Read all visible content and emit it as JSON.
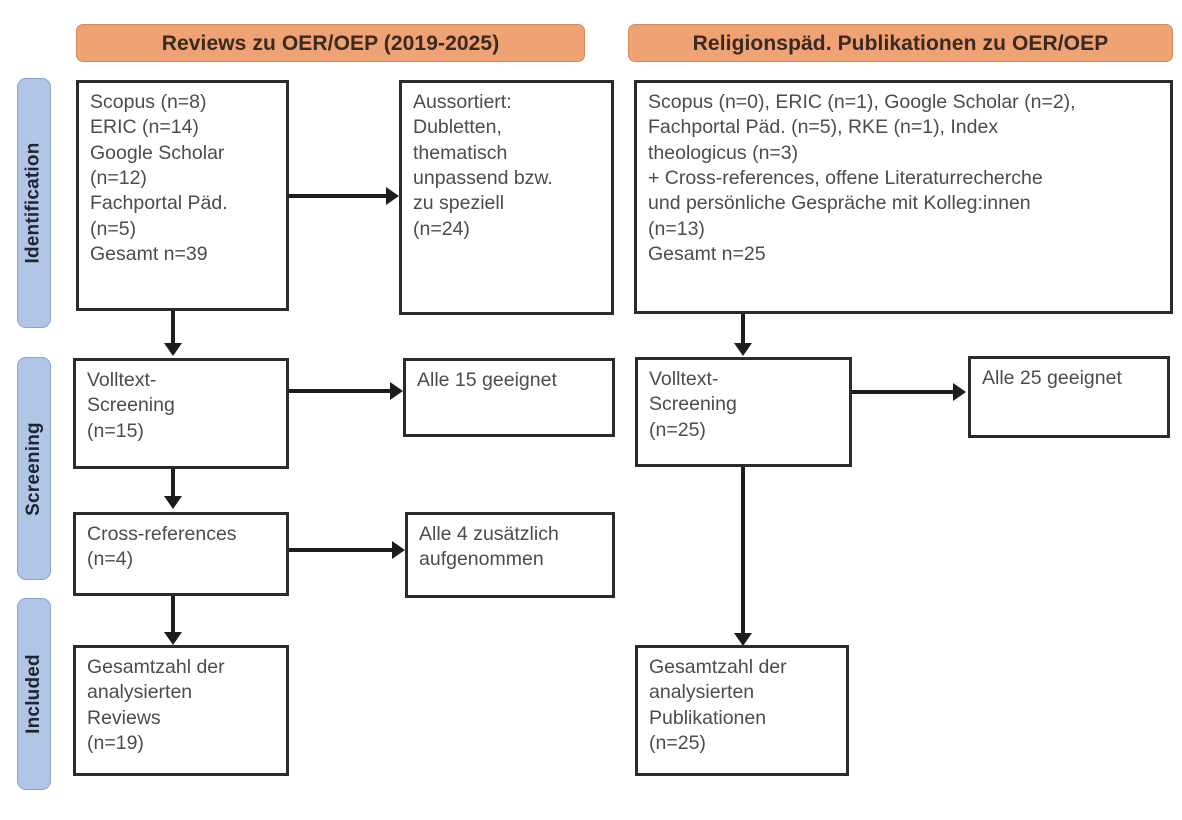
{
  "diagram": {
    "title": "PRISMA-Flussdiagramm: Reviews und religionspaedagogische Publikationen zu OER/OEP",
    "type": "prisma-flow-diagram",
    "colors": {
      "header_fill": "#efa274",
      "header_border": "#d98a58",
      "stage_label_fill": "#b1c5e7",
      "stage_label_border": "#8ba5d0",
      "box_border": "#2b2b2b",
      "box_fill": "#ffffff",
      "text": "#4c4c4c",
      "connector": "#1d1d1d"
    }
  },
  "columns": {
    "left_header": "Reviews zu OER/OEP (2019-2025)",
    "right_header": "Religionspäd. Publikationen zu OER/OEP"
  },
  "stages": {
    "identification": "Identification",
    "screening": "Screening",
    "included": "Included"
  },
  "left_column": {
    "sources_box": {
      "lines": [
        "Scopus (n=8)",
        "ERIC (n=14)",
        "Google Scholar",
        "(n=12)",
        "Fachportal Päd.",
        "(n=5)",
        "Gesamt n=39"
      ]
    },
    "excluded_box": {
      "lines": [
        "Aussortiert:",
        "Dubletten,",
        "thematisch",
        "unpassend bzw.",
        "zu speziell",
        "(n=24)"
      ]
    },
    "fulltext_box": {
      "lines": [
        "Volltext-",
        "Screening",
        "(n=15)"
      ]
    },
    "fulltext_result_box": {
      "lines": [
        "Alle 15 geeignet"
      ]
    },
    "crossref_box": {
      "lines": [
        "Cross-references",
        "(n=4)"
      ]
    },
    "crossref_result_box": {
      "lines": [
        "Alle 4 zusätzlich",
        "aufgenommen"
      ]
    },
    "included_box": {
      "lines": [
        "Gesamtzahl der",
        "analysierten",
        "Reviews",
        "(n=19)"
      ]
    }
  },
  "right_column": {
    "sources_box": {
      "lines": [
        "Scopus (n=0), ERIC (n=1), Google Scholar (n=2),",
        "Fachportal Päd. (n=5), RKE (n=1), Index",
        "theologicus (n=3)",
        "+ Cross-references, offene Literaturrecherche",
        "und persönliche Gespräche mit Kolleg:innen",
        "(n=13)",
        "Gesamt n=25"
      ]
    },
    "fulltext_box": {
      "lines": [
        "Volltext-",
        "Screening",
        "(n=25)"
      ]
    },
    "fulltext_result_box": {
      "lines": [
        "Alle 25 geeignet"
      ]
    },
    "included_box": {
      "lines": [
        "Gesamtzahl der",
        "analysierten",
        "Publikationen",
        "(n=25)"
      ]
    }
  },
  "chart_data": {
    "type": "diagram",
    "title": "PRISMA flow of records",
    "left_column_label": "Reviews zu OER/OEP (2019-2025)",
    "right_column_label": "Religionspäd. Publikationen zu OER/OEP",
    "left_counts": {
      "Scopus": 8,
      "ERIC": 14,
      "Google Scholar": 12,
      "Fachportal Päd.": 5,
      "Gesamt identifiziert": 39,
      "Aussortiert": 24,
      "Volltext-Screening": 15,
      "Alle geeignet": 15,
      "Cross-references": 4,
      "Zusätzlich aufgenommen": 4,
      "Analysierte Reviews": 19
    },
    "right_counts": {
      "Scopus": 0,
      "ERIC": 1,
      "Google Scholar": 2,
      "Fachportal Päd.": 5,
      "RKE": 1,
      "Index theologicus": 3,
      "Cross-references / offene Recherche / Gespräche": 13,
      "Gesamt identifiziert": 25,
      "Volltext-Screening": 25,
      "Alle geeignet": 25,
      "Analysierte Publikationen": 25
    }
  }
}
